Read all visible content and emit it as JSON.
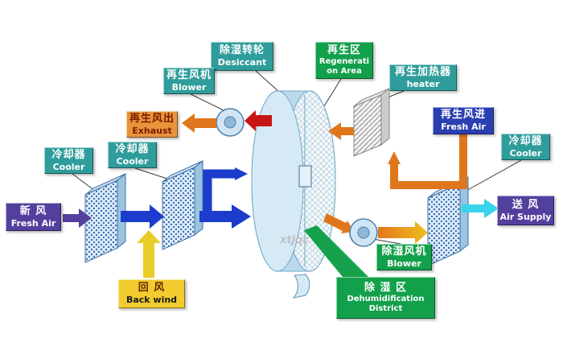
{
  "diagram": {
    "watermark": "xtjqc",
    "labels": {
      "fresh_air_in": {
        "zh": "新 风",
        "en": "Fresh Air"
      },
      "cooler_left": {
        "zh": "冷却器",
        "en": "Cooler"
      },
      "cooler_mid": {
        "zh": "冷却器",
        "en": "Cooler"
      },
      "back_wind": {
        "zh": "回 风",
        "en": "Back wind"
      },
      "regen_blower": {
        "zh": "再生风机",
        "en": "Blower"
      },
      "regen_exhaust": {
        "zh": "再生风出",
        "en": "Exhaust"
      },
      "desiccant_wheel": {
        "zh": "除湿转轮",
        "en": "Desiccant"
      },
      "regen_area": {
        "zh": "再生区",
        "en_line1": "Regenerati",
        "en_line2": "on Area"
      },
      "regen_heater": {
        "zh": "再生加热器",
        "en": "heater"
      },
      "regen_fresh_air": {
        "zh": "再生风进",
        "en": "Fresh Air"
      },
      "cooler_right": {
        "zh": "冷却器",
        "en": "Cooler"
      },
      "air_supply": {
        "zh": "送 风",
        "en": "Air Supply"
      },
      "dehumid_blower": {
        "zh": "除湿风机",
        "en": "Blower"
      },
      "dehumid_district": {
        "zh": "除 湿 区",
        "en_line1": "Dehumidification",
        "en_line2": "District"
      }
    },
    "colors": {
      "teal_label": "#2f9d9b",
      "green_label": "#13a04b",
      "purple_label": "#53409e",
      "orange_label": "#e8943c",
      "yellow_label": "#f2cc2e",
      "blue_label": "#2a3fb0",
      "blue_arrow": "#1b3ccc",
      "orange_arrow": "#e0761c",
      "red_arrow": "#c81616",
      "cyan_arrow": "#38d4ec",
      "yellow_arrow": "#e8cc28"
    }
  }
}
